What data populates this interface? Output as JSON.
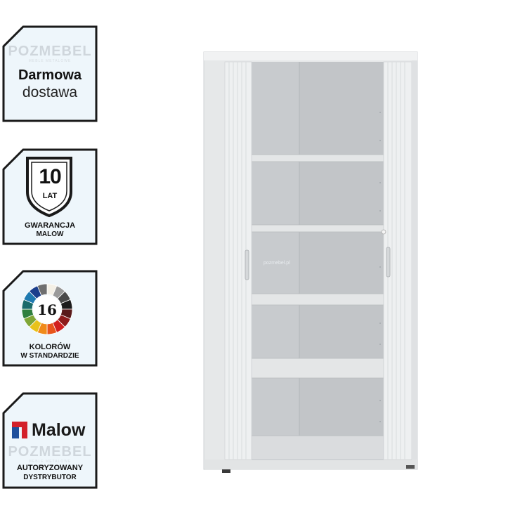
{
  "badges": [
    {
      "id": "delivery",
      "watermark": "POZMEBEL",
      "watermark_sub": "MEBLE METALOWE",
      "line1": "Darmowa",
      "line2": "dostawa"
    },
    {
      "id": "warranty",
      "number": "10",
      "unit": "LAT",
      "line1": "GWARANCJA",
      "line2": "MALOW"
    },
    {
      "id": "colors",
      "number": "16",
      "line1": "KOLORÓW",
      "line2": "W STANDARDZIE"
    },
    {
      "id": "distributor",
      "brand": "Malow",
      "watermark": "POZMEBEL",
      "watermark_sub": "MEBLE METALOWE",
      "line1": "AUTORYZOWANY",
      "line2": "DYSTRYBUTOR"
    }
  ],
  "color_wheel": [
    "#f4f0e6",
    "#9a9a9a",
    "#4a4a4a",
    "#1c1c1c",
    "#5a1a1a",
    "#8e1b1b",
    "#d11f1f",
    "#e8551c",
    "#f08a1a",
    "#e8c21c",
    "#7fa637",
    "#2f7f3e",
    "#1a6b6b",
    "#1f7ab0",
    "#1b3f8c",
    "#6f6f6f"
  ],
  "colors": {
    "frame": "#1a1a1a",
    "badge_bg": "#eef6fb",
    "cabinet": "#e9ebec",
    "malow_red": "#d3202a",
    "malow_blue": "#1e4f9c"
  },
  "product": {
    "watermark": "pozmebel.pl",
    "type": "white metal tambour-door cabinet with 4 shelves"
  }
}
